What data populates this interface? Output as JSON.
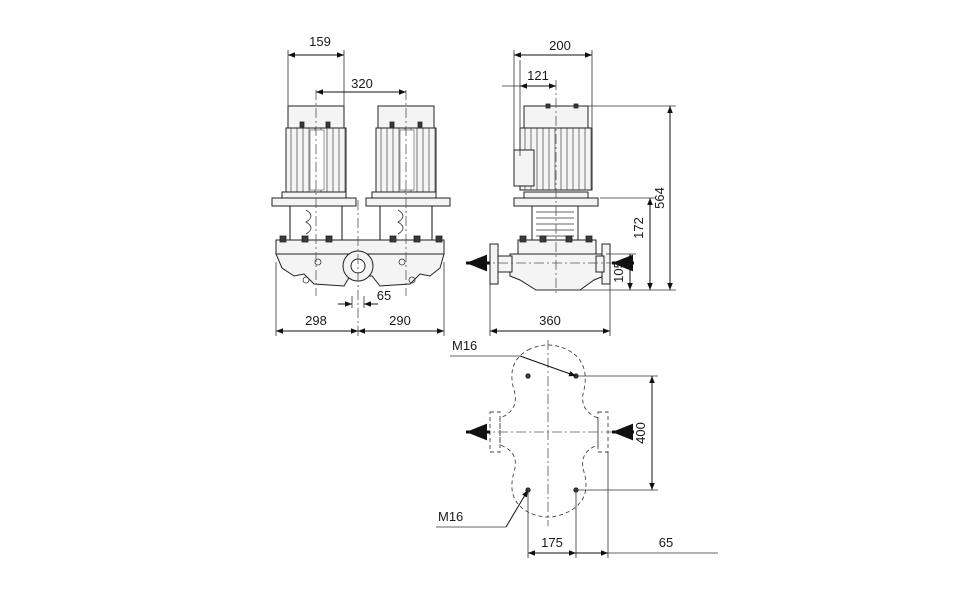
{
  "front_view": {
    "dim_motor_width": "159",
    "dim_shaft_distance": "320",
    "dim_flange_offset": "65",
    "dim_left_length": "298",
    "dim_right_length": "290"
  },
  "side_view": {
    "dim_motor_width": "200",
    "dim_motor_offset": "121",
    "dim_total_height": "564",
    "dim_pump_height": "172",
    "dim_base_height": "105",
    "dim_port_length": "360"
  },
  "foundation_view": {
    "label_bolt_top": "M16",
    "label_bolt_bottom": "M16",
    "dim_bolt_spacing": "400",
    "dim_bolt_width": "175",
    "dim_offset": "65"
  }
}
